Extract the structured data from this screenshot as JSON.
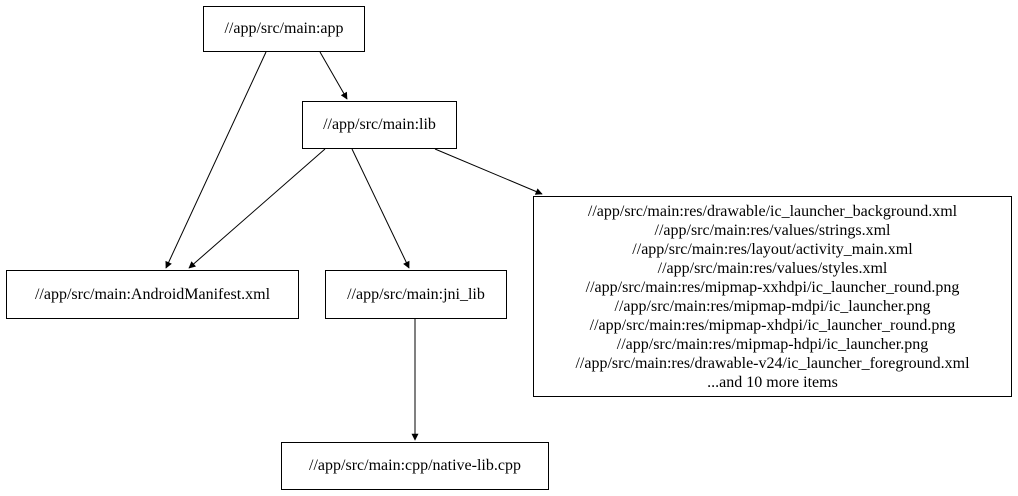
{
  "diagram": {
    "type": "dependency-graph",
    "background_color": "#ffffff",
    "node_border_color": "#000000",
    "edge_color": "#000000",
    "nodes": {
      "app": {
        "label": "//app/src/main:app"
      },
      "lib": {
        "label": "//app/src/main:lib"
      },
      "android_manifest": {
        "label": "//app/src/main:AndroidManifest.xml"
      },
      "jni_lib": {
        "label": "//app/src/main:jni_lib"
      },
      "res_group": {
        "lines": [
          "//app/src/main:res/drawable/ic_launcher_background.xml",
          "//app/src/main:res/values/strings.xml",
          "//app/src/main:res/layout/activity_main.xml",
          "//app/src/main:res/values/styles.xml",
          "//app/src/main:res/mipmap-xxhdpi/ic_launcher_round.png",
          "//app/src/main:res/mipmap-mdpi/ic_launcher.png",
          "//app/src/main:res/mipmap-xhdpi/ic_launcher_round.png",
          "//app/src/main:res/mipmap-hdpi/ic_launcher.png",
          "//app/src/main:res/drawable-v24/ic_launcher_foreground.xml",
          "...and 10 more items"
        ]
      },
      "native_cpp": {
        "label": "//app/src/main:cpp/native-lib.cpp"
      }
    },
    "edges": [
      {
        "from": "app",
        "to": "lib"
      },
      {
        "from": "app",
        "to": "android_manifest"
      },
      {
        "from": "lib",
        "to": "android_manifest"
      },
      {
        "from": "lib",
        "to": "jni_lib"
      },
      {
        "from": "lib",
        "to": "res_group"
      },
      {
        "from": "jni_lib",
        "to": "native_cpp"
      }
    ]
  }
}
